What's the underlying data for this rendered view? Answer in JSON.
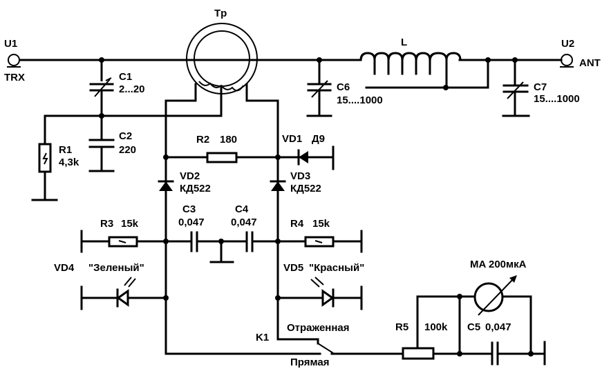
{
  "title": "SWR meter / antenna tuner schematic",
  "ports": {
    "u1": "U1",
    "u1_name": "TRX",
    "u2": "U2",
    "u2_name": "ANT"
  },
  "transformer": {
    "ref": "Tр"
  },
  "inductor": {
    "ref": "L"
  },
  "c1": {
    "ref": "C1",
    "value": "2...20"
  },
  "c2": {
    "ref": "C2",
    "value": "220"
  },
  "r1": {
    "ref": "R1",
    "value": "4,3k"
  },
  "r2": {
    "ref": "R2",
    "value": "180"
  },
  "vd1": {
    "ref": "VD1",
    "value": "Д9"
  },
  "vd2": {
    "ref": "VD2",
    "value": "КД522"
  },
  "vd3": {
    "ref": "VD3",
    "value": "КД522"
  },
  "c3": {
    "ref": "C3",
    "value": "0,047"
  },
  "c4": {
    "ref": "C4",
    "value": "0,047"
  },
  "r3": {
    "ref": "R3",
    "value": "15k"
  },
  "r4": {
    "ref": "R4",
    "value": "15k"
  },
  "vd4": {
    "ref": "VD4",
    "value": "\"Зеленый\""
  },
  "vd5": {
    "ref": "VD5",
    "value": "\"Красный\""
  },
  "c6": {
    "ref": "C6",
    "value": "15....1000"
  },
  "c7": {
    "ref": "C7",
    "value": "15....1000"
  },
  "switch": {
    "ref": "K1",
    "pos_reflected": "Отраженная",
    "pos_forward": "Прямая"
  },
  "r5": {
    "ref": "R5",
    "value": "100k"
  },
  "c5": {
    "ref": "C5",
    "value": "0,047"
  },
  "meter": {
    "ref": "MA",
    "value": "200мкА"
  }
}
